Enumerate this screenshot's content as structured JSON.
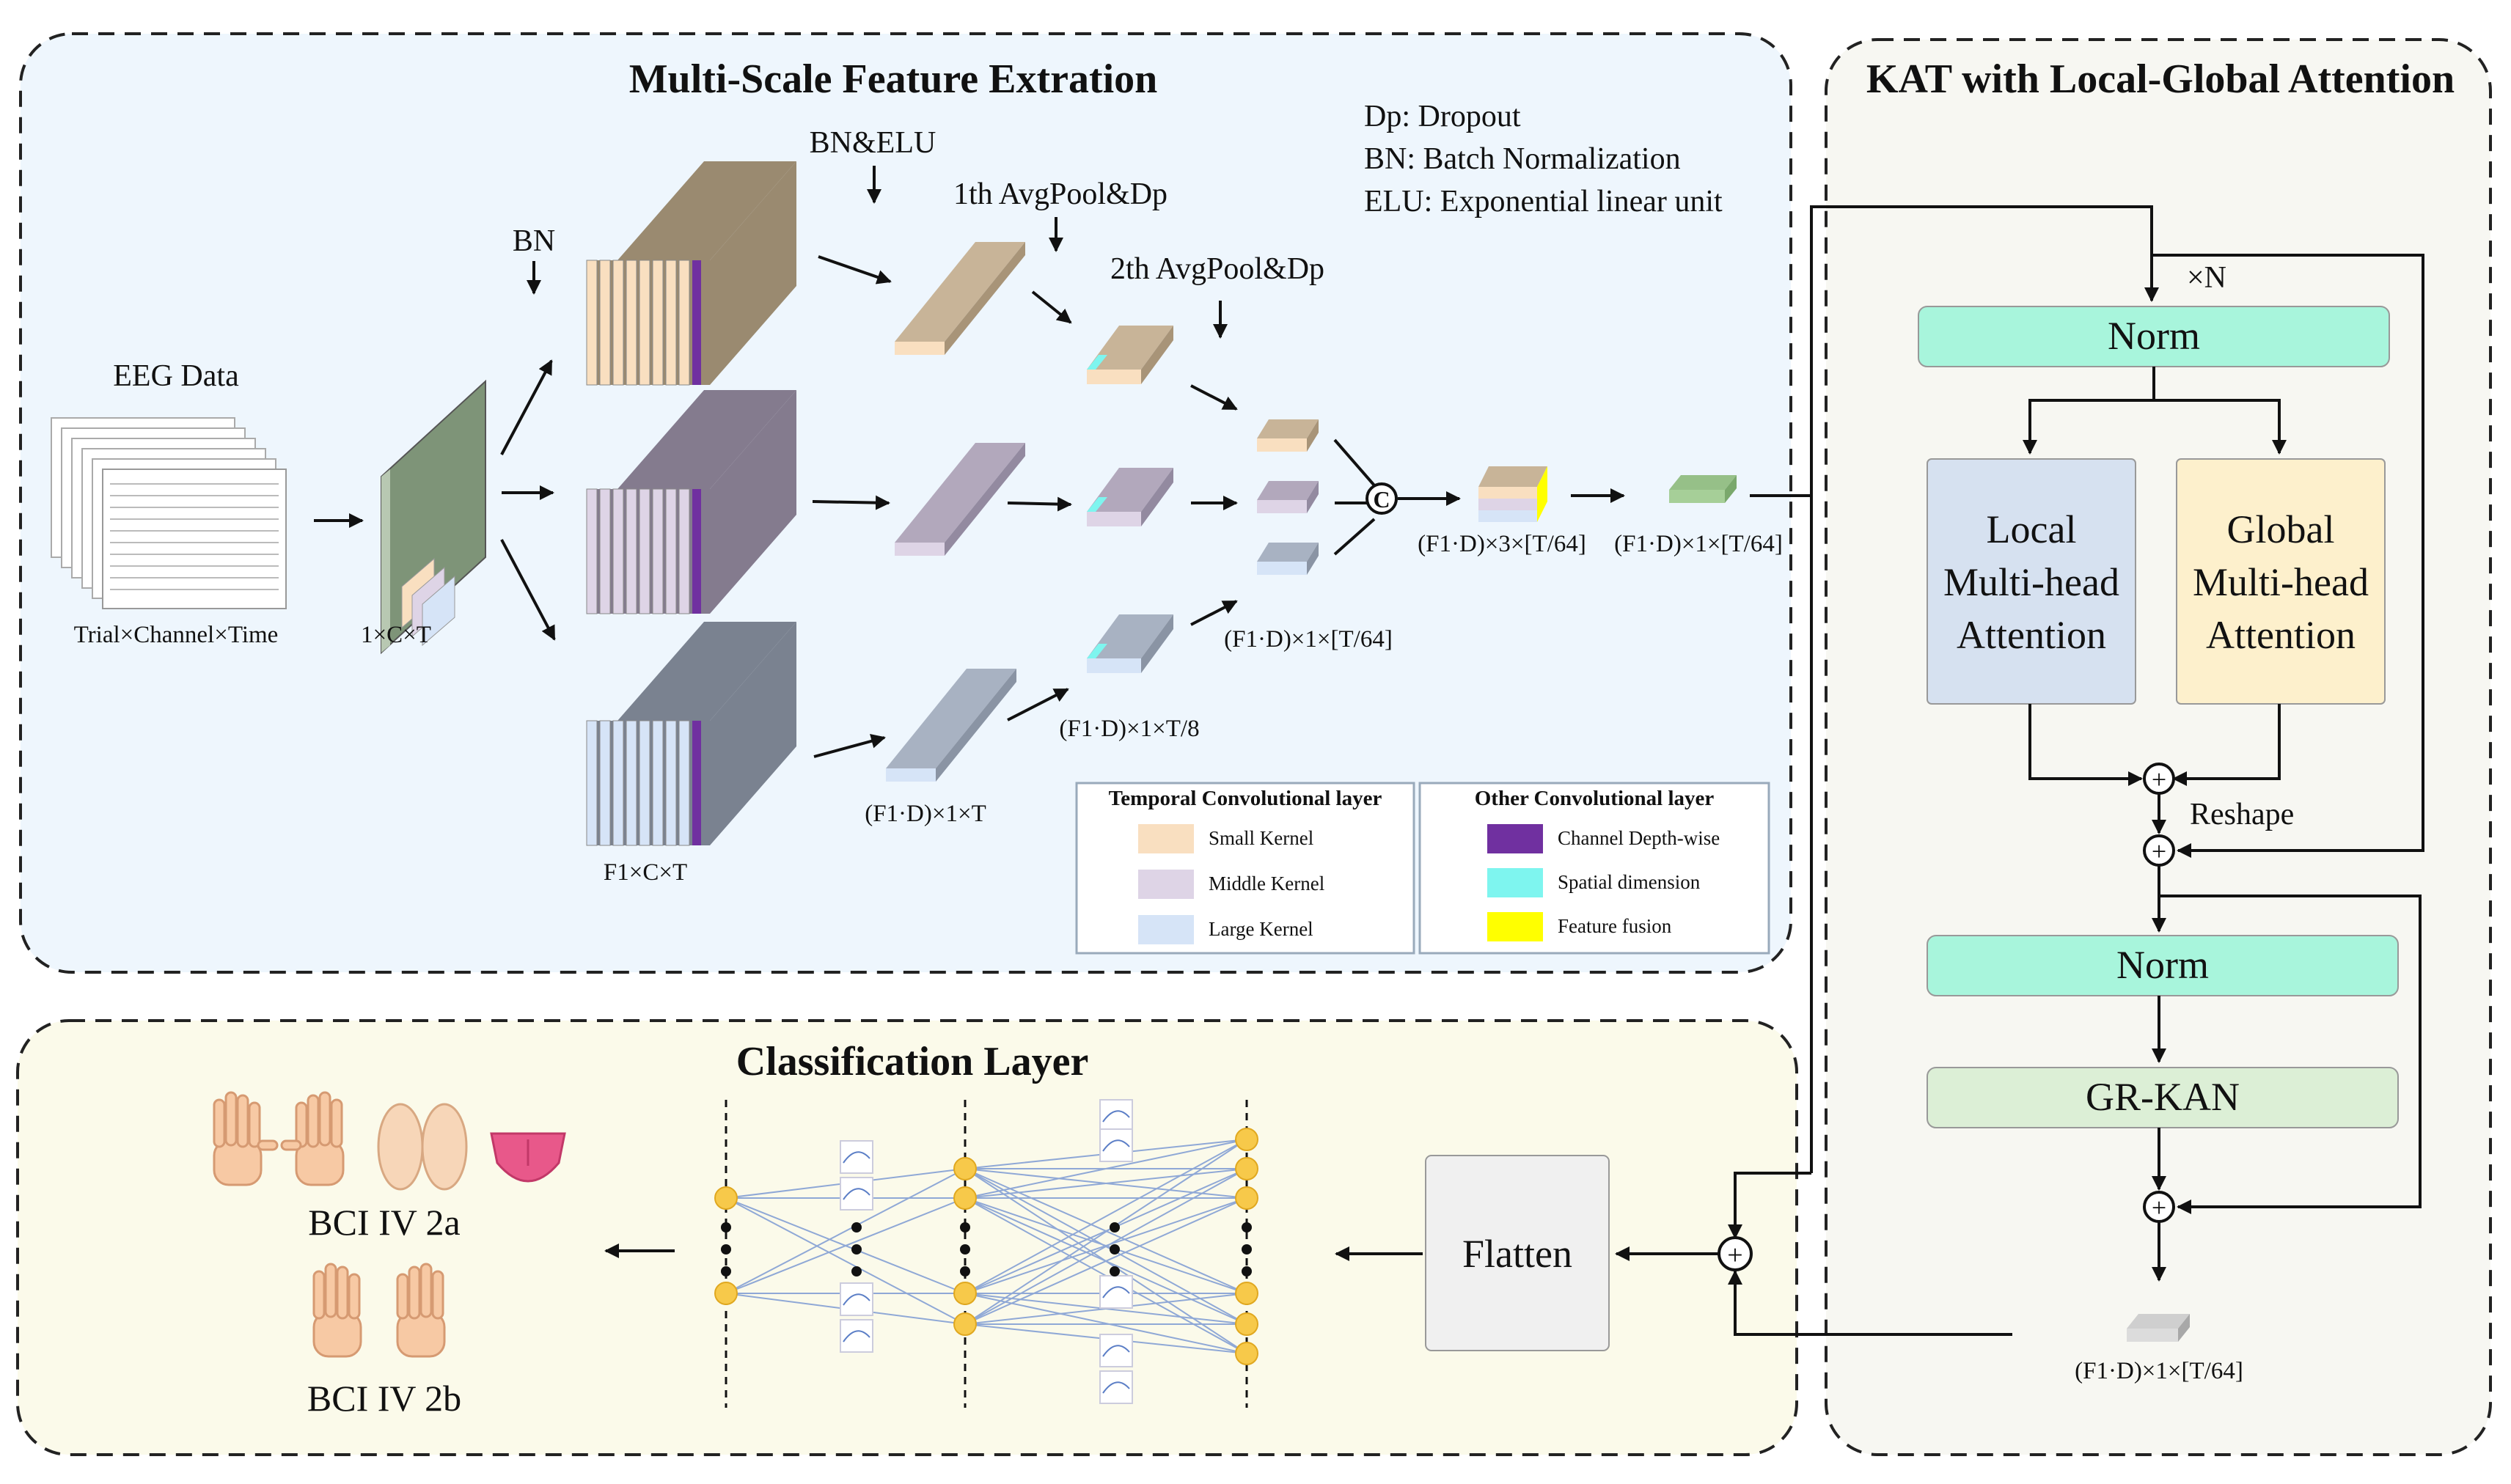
{
  "panels": {
    "feature": "Multi-Scale Feature Extration",
    "kat": "KAT with Local-Global Attention",
    "classify": "Classification Layer"
  },
  "notes": [
    "Dp: Dropout",
    "BN: Batch Normalization",
    "ELU: Exponential linear unit"
  ],
  "labels": {
    "eeg": "EEG Data",
    "trial": "Trial×Channel×Time",
    "one_ct": "1×C×T",
    "bn": "BN",
    "bn_elu": "BN&ELU",
    "avg1": "1th AvgPool&Dp",
    "avg2": "2th AvgPool&Dp",
    "f1ct": "F1×C×T",
    "f1d_1_t": "(F1·D)×1×T",
    "f1d_1_t8": "(F1·D)×1×T/8",
    "f1d_1_t64_a": "(F1·D)×1×[T/64]",
    "f1d_3_t64": "(F1·D)×3×[T/64]",
    "f1d_1_t64_b": "(F1·D)×1×[T/64]",
    "concat": "C",
    "xn": "×N",
    "reshape": "Reshape",
    "f1d_1_t64_c": "(F1·D)×1×[T/64]",
    "bci2a": "BCI IV 2a",
    "bci2b": "BCI IV 2b",
    "flatten": "Flatten"
  },
  "kat_blocks": {
    "norm1": "Norm",
    "local": [
      "Local",
      "Multi-head",
      "Attention"
    ],
    "global": [
      "Global",
      "Multi-head",
      "Attention"
    ],
    "norm2": "Norm",
    "grkan": "GR-KAN"
  },
  "legend": {
    "temporal_title": "Temporal Convolutional layer",
    "temporal": [
      {
        "label": "Small Kernel",
        "color": "#f9dfc0"
      },
      {
        "label": "Middle Kernel",
        "color": "#ded4e6"
      },
      {
        "label": "Large Kernel",
        "color": "#d6e4f7"
      }
    ],
    "other_title": "Other Convolutional layer",
    "other": [
      {
        "label": "Channel Depth-wise",
        "color": "#7030a0"
      },
      {
        "label": "Spatial dimension",
        "color": "#7ef5ef"
      },
      {
        "label": "Feature fusion",
        "color": "#ffff00"
      }
    ]
  },
  "colors": {
    "norm": "#a8f5dc",
    "local": "#d6e1f0",
    "global": "#fdf0cc",
    "grkan": "#dcefd6",
    "flatten": "#f0f0f0",
    "node": "#f7c94a",
    "feature_bg": "#eef6fd",
    "kat_bg": "#f7f7f2",
    "classify_bg": "#fbfaea"
  }
}
